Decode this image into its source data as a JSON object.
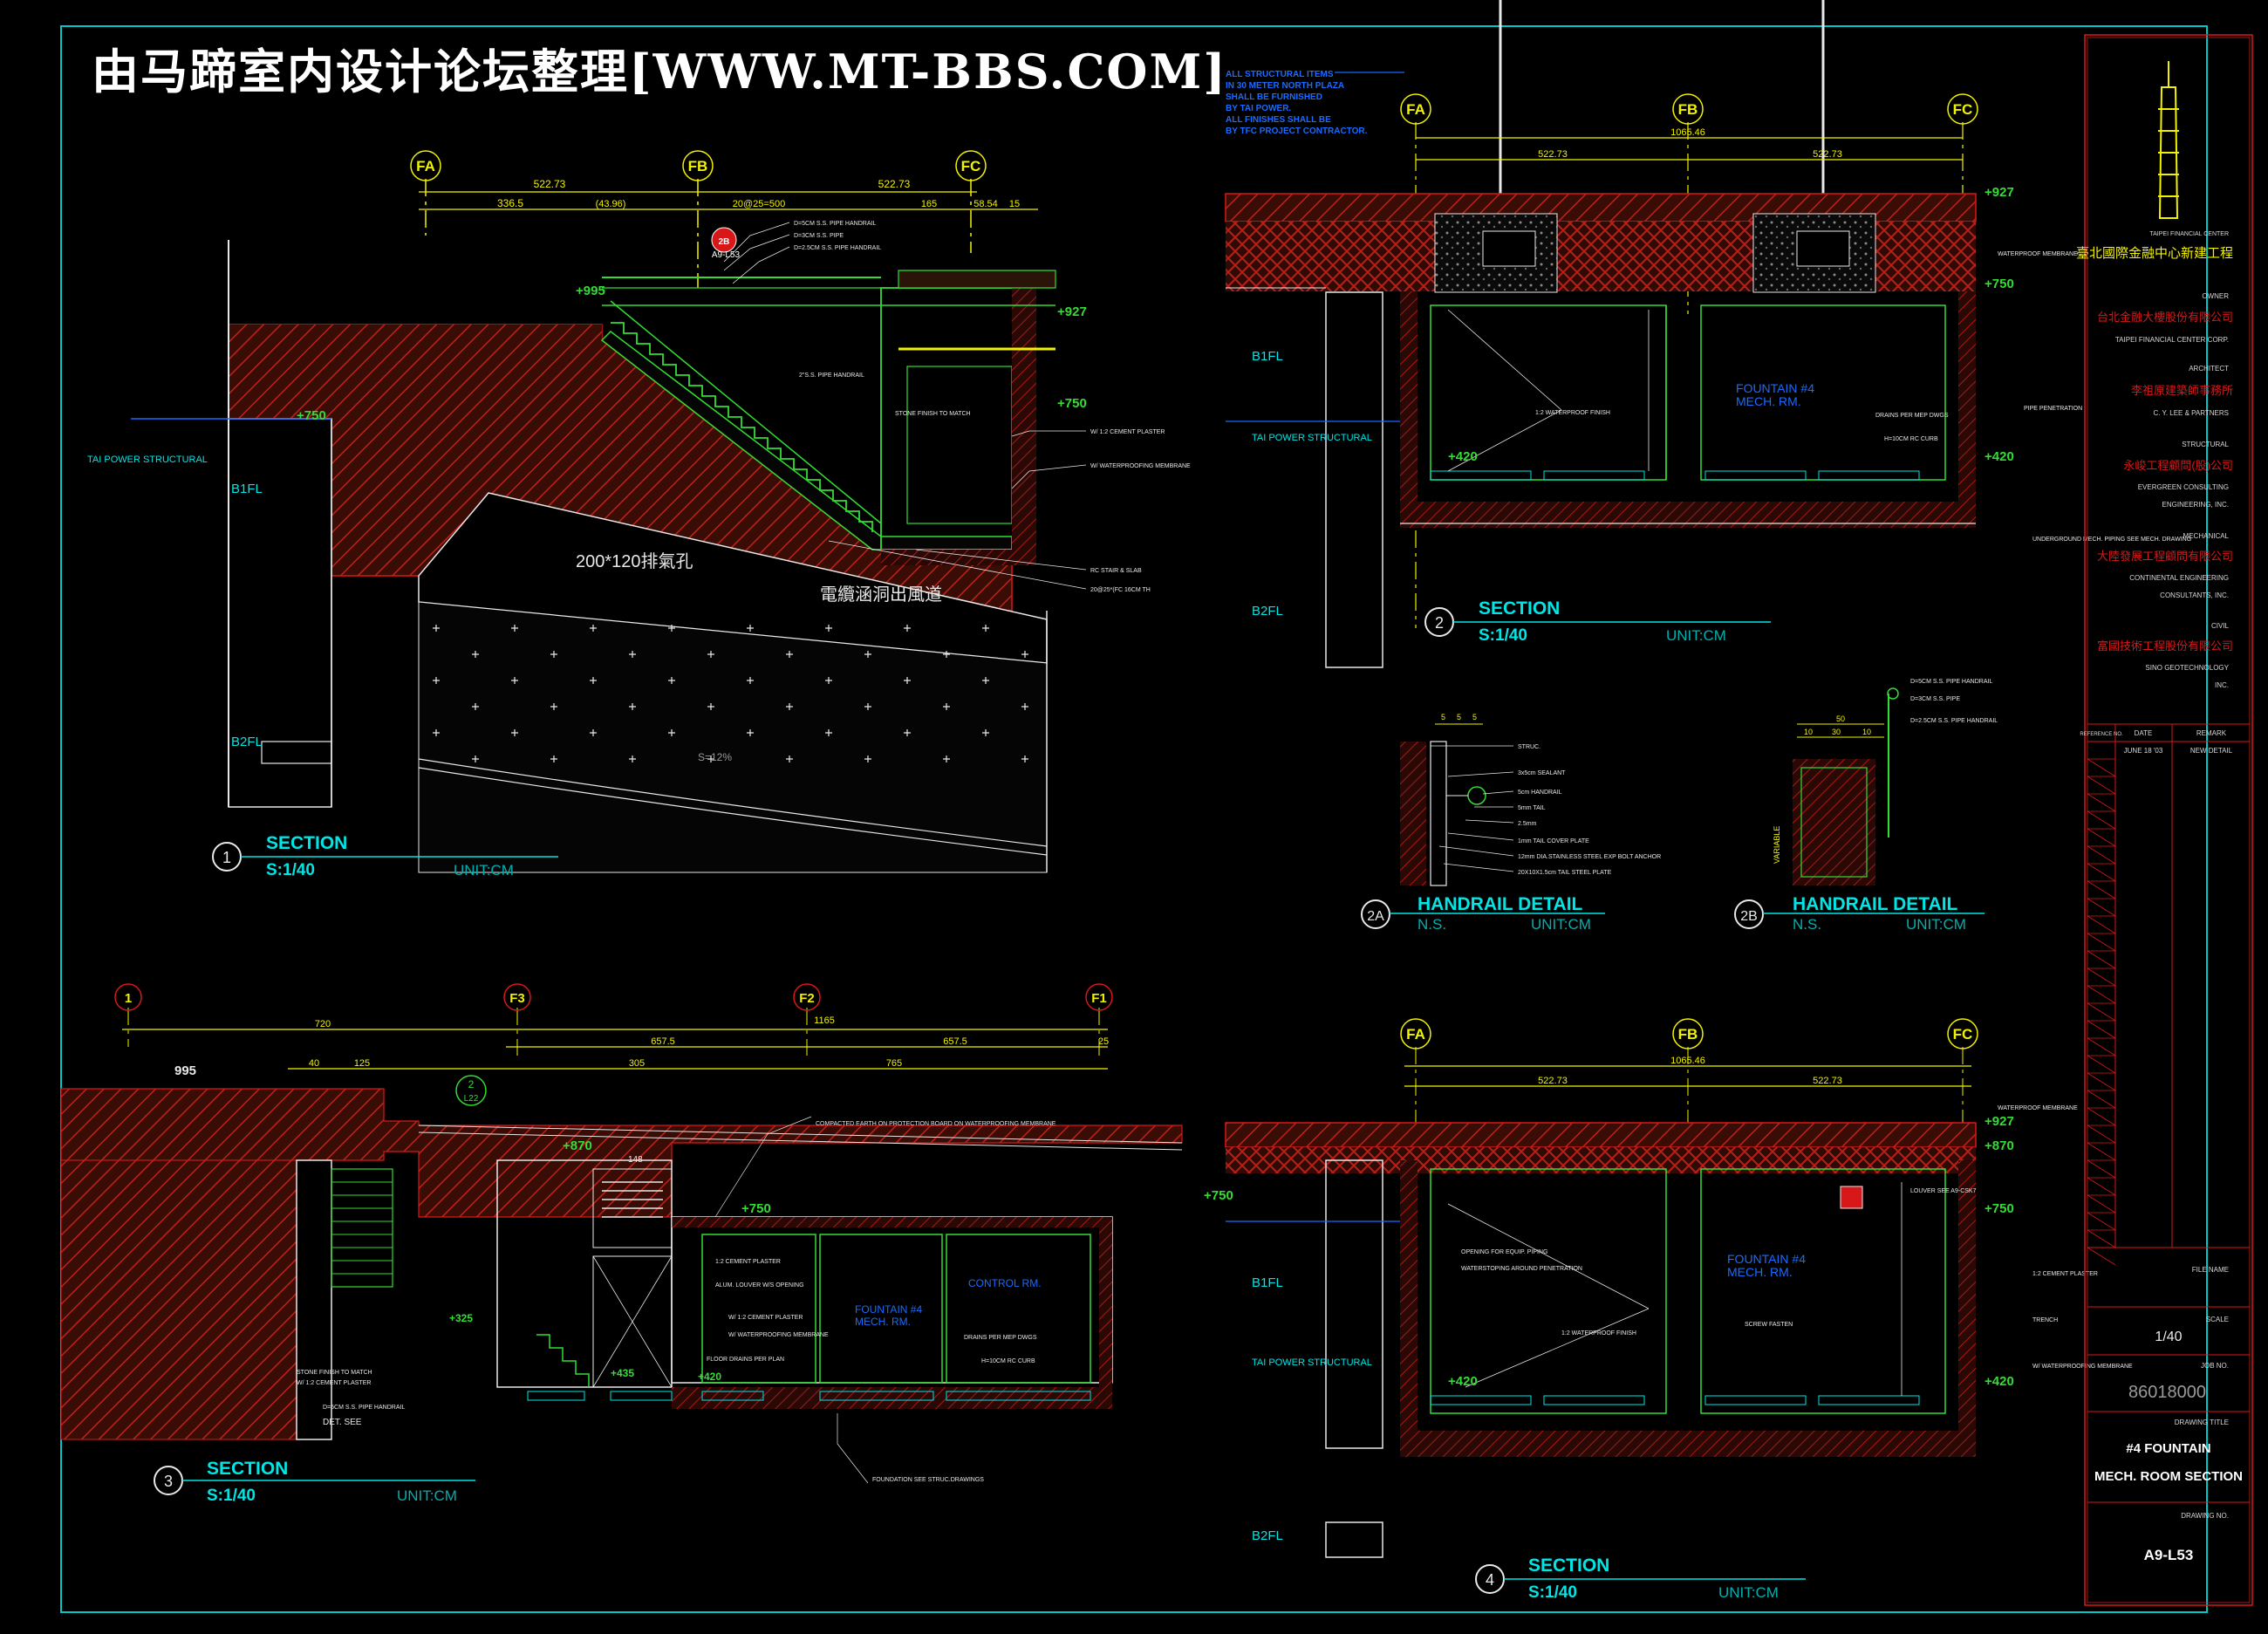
{
  "watermark": "由马蹄室内设计论坛整理[WWW.MT-BBS.COM]",
  "grid": {
    "fa": "FA",
    "fb": "FB",
    "fc": "FC",
    "f1": "F1",
    "f2": "F2",
    "f3": "F3",
    "one": "1"
  },
  "levels": {
    "p995": "+995",
    "p750": "+750",
    "p927": "+927",
    "p420": "+420",
    "p870": "+870",
    "p325": "+325",
    "p435": "+435",
    "n995": "995",
    "b1": "B1FL",
    "b2": "B2FL",
    "tai": "TAI POWER STRUCTURAL"
  },
  "dims": {
    "d52273": "522.73",
    "d3365": "336.5",
    "d4396": "(43.96)",
    "d20025": "20@25=500",
    "d165": "165",
    "d5854": "58.54",
    "d15": "15",
    "d108546": "1065.46",
    "d720": "720",
    "d1165": "1165",
    "d6575": "657.5",
    "d305": "305",
    "d765": "765",
    "d40": "40",
    "d125": "125",
    "d25": "25",
    "d148": "148",
    "d5": "5",
    "d50": "50",
    "d10": "10",
    "d30": "30"
  },
  "notes": {
    "structural": [
      "ALL STRUCTURAL ITEMS",
      "IN 30 METER NORTH PLAZA",
      "SHALL BE FURNISHED",
      "BY TAI POWER.",
      "ALL FINISHES SHALL BE",
      "BY TFC PROJECT CONTRACTOR."
    ],
    "vent": "200*120排氣孔",
    "cable": "電纜涵洞出風道",
    "slope": "S=12%",
    "rc": "RC STAIR & SLAB",
    "rc2": "20@25*(FC 16CM TH",
    "stone": "STONE FINISH TO MATCH",
    "cement": "W/ 1:2 CEMENT PLASTER",
    "membrane": "W/ WATERPROOFING MEMBRANE",
    "rail1": "D=5CM S.S. PIPE HANDRAIL",
    "rail2": "D=3CM S.S. PIPE",
    "rail3": "D=2.5CM S.S. PIPE HANDRAIL",
    "rail4": "2\"S.S. PIPE HANDRAIL",
    "waterproof": "WATERPROOF MEMBRANE",
    "paint": "1:2 WATERPROOF FINISH",
    "fountain": "FOUNTAIN #4",
    "mechrm": "MECH. RM.",
    "control": "CONTROL RM.",
    "drains": "DRAINS PER MEP DWGS",
    "curb": "H=10CM RC CURB",
    "foundation": "FOUNDATION SEE STRUC.DRAWINGS",
    "louver": "LOUVER SEE A9-CSK7",
    "pipe": "PIPE PENETRATION",
    "plaster": "1:2 CEMENT PLASTER",
    "equip": "OPENING FOR EQUIP. PIPING",
    "waterstop": "WATERSTOPING AROUND PENETRATION",
    "trench": "TRENCH",
    "screw": "SCREW FASTEN",
    "compacted": "COMPACTED EARTH ON PROTECTION BOARD ON WATERPROOFING MEMBRANE",
    "alum": "ALUM. LOUVER W/S OPENING",
    "floor": "FLOOR DRAINS PER PLAN",
    "detsee": "DET. SEE",
    "struc": "STRUC.",
    "sealant": "3x5cm SEALANT",
    "handrail2": "5cm HANDRAIL",
    "tail": "5mm TAIL",
    "r": "2.5mm",
    "cover": "1mm TAIL COVER PLATE",
    "anchor": "12mm DIA.STAINLESS STEEL EXP BOLT ANCHOR",
    "plate": "20X10X1.5cm TAIL STEEL PLATE",
    "variable": "VARIABLE",
    "underground": "UNDERGROUND MECH. PIPING SEE MECH. DRAWING"
  },
  "titles": [
    {
      "num": "1",
      "title": "SECTION",
      "scale": "S:1/40",
      "unit": "UNIT:CM"
    },
    {
      "num": "2",
      "title": "SECTION",
      "scale": "S:1/40",
      "unit": "UNIT:CM"
    },
    {
      "num": "3",
      "title": "SECTION",
      "scale": "S:1/40",
      "unit": "UNIT:CM"
    },
    {
      "num": "4",
      "title": "SECTION",
      "scale": "S:1/40",
      "unit": "UNIT:CM"
    },
    {
      "num": "2A",
      "title": "HANDRAIL DETAIL",
      "scale": "N.S.",
      "unit": "UNIT:CM"
    },
    {
      "num": "2B",
      "title": "HANDRAIL DETAIL",
      "scale": "N.S.",
      "unit": "UNIT:CM"
    }
  ],
  "callouts": {
    "c2b": "2B",
    "a953": "A9-L53",
    "c2": "2",
    "l22": "L22"
  },
  "titleblock": {
    "project_en": "TAIPEI FINANCIAL CENTER",
    "project_cn": "臺北國際金融中心新建工程",
    "owner_label": "OWNER",
    "owner_cn": "台北金融大樓股份有限公司",
    "owner_en": "TAIPEI FINANCIAL CENTER CORP.",
    "arch_label": "ARCHITECT",
    "arch_cn": "李祖原建築師事務所",
    "arch_en": "C. Y. LEE & PARTNERS",
    "struct_label": "STRUCTURAL",
    "struct_cn": "永峻工程顧問(股)公司",
    "struct_en1": "EVERGREEN CONSULTING",
    "struct_en2": "ENGINEERING, INC.",
    "mech_label": "MECHANICAL",
    "mech_cn": "大陸發展工程顧問有限公司",
    "mech_en1": "CONTINENTAL ENGINEERING",
    "mech_en2": "CONSULTANTS, INC.",
    "civil_label": "CIVIL",
    "civil_cn": "富國技術工程股份有限公司",
    "civil_en1": "SINO GEOTECHNOLOGY",
    "civil_en2": "INC.",
    "rev_h1": "REFERENCE NO.",
    "rev_h2": "DATE",
    "rev_h3": "REMARK",
    "rev_date": "JUNE 18 '03",
    "rev_remark": "NEW DETAIL",
    "file_label": "FILE NAME",
    "scale_label": "SCALE",
    "scale": "1/40",
    "job_label": "JOB NO.",
    "job": "86018000",
    "dtitle_label": "DRAWING TITLE",
    "dtitle1": "#4 FOUNTAIN",
    "dtitle2": "MECH. ROOM SECTION",
    "dno_label": "DRAWING NO.",
    "dno": "A9-L53"
  },
  "colors": {
    "cyan": "#00e5e5",
    "yellow": "#f2f200",
    "red": "#d81818",
    "green": "#33dd33",
    "white": "#e8e8e8",
    "grey": "#9a9a9a",
    "soil": "#5a1a10"
  }
}
